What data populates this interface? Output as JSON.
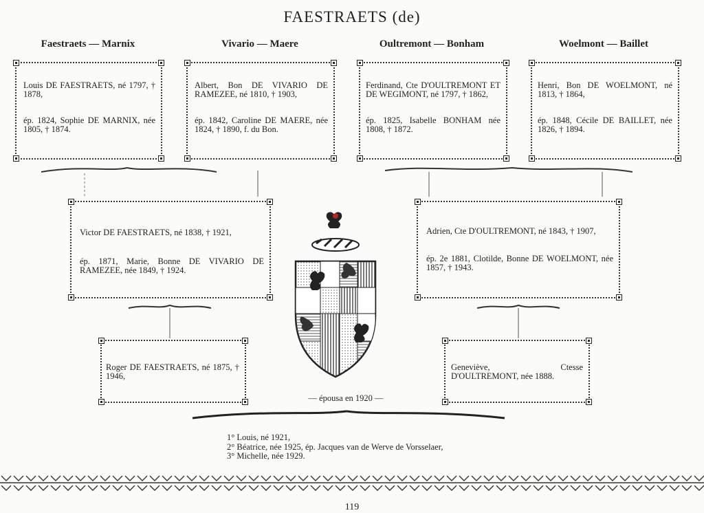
{
  "title": "FAESTRAETS (de)",
  "couples": [
    {
      "label": "Faestraets — Marnix",
      "birth": "Louis DE FAESTRAETS, né 1797, † 1878,",
      "marriage": "ép. 1824, Sophie DE MARNIX, née 1805, † 1874."
    },
    {
      "label": "Vivario — Maere",
      "birth": "Albert, Bon DE VIVARIO DE RAMEZEE, né 1810, † 1903,",
      "marriage": "ép. 1842, Caroline DE MAERE, née 1824, † 1890, f. du Bon."
    },
    {
      "label": "Oultremont — Bonham",
      "birth": "Ferdinand, Cte D'OULTREMONT ET DE WEGIMONT, né 1797, † 1862,",
      "marriage": "ép. 1825, Isabelle BONHAM née 1808, † 1872."
    },
    {
      "label": "Woelmont — Baillet",
      "birth": "Henri, Bon DE WOELMONT, né 1813, † 1864,",
      "marriage": "ép. 1848, Cécile DE BAILLET, née 1826, † 1894."
    }
  ],
  "second_gen": [
    {
      "birth": "Victor DE FAESTRAETS, né 1838, † 1921,",
      "marriage": "ép. 1871, Marie, Bonne DE VIVARIO DE RAMEZEE, née 1849, † 1924."
    },
    {
      "birth": "Adrien, Cte D'OULTREMONT, né 1843, † 1907,",
      "marriage": "ép. 2e 1881, Clotilde, Bonne DE WOELMONT, née 1857, † 1943."
    }
  ],
  "third_gen": [
    {
      "text": "Roger DE FAESTRAETS, né 1875, † 1946,"
    },
    {
      "text": "Geneviève, Ctesse D'OULTREMONT, née 1888."
    }
  ],
  "marriage_note": "— épousa en 1920 —",
  "children": [
    "1° Louis, né 1921,",
    "2° Béatrice, née 1925, ép. Jacques van de Werve de Vorsselaer,",
    "3° Michelle, née 1929."
  ],
  "page_number": "119",
  "icons": {
    "coat_of_arms": "coat-of-arms-icon",
    "decorative_border": "decorative-border-strip"
  }
}
